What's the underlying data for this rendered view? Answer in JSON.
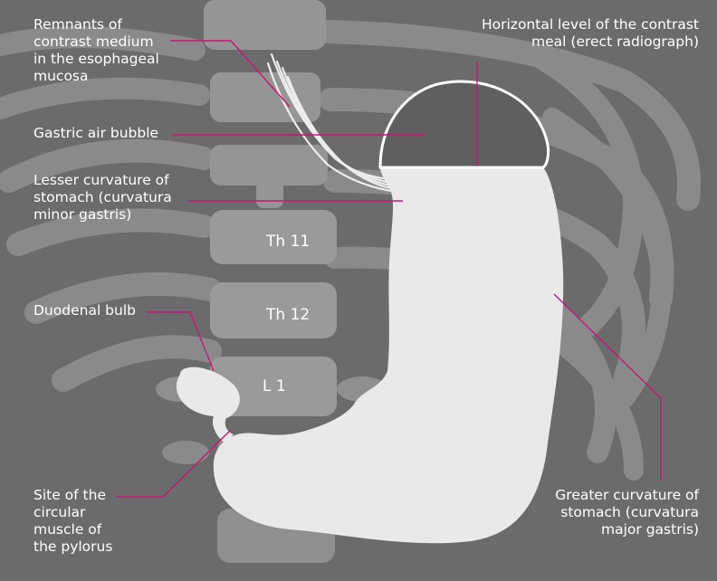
{
  "labels": {
    "remnants": "Remnants of\ncontrast medium\nin the esophageal\nmucosa",
    "air_bubble": "Gastric air bubble",
    "lesser_curvature": "Lesser curvature of\nstomach (curvatura\nminor gastris)",
    "duodenal_bulb": "Duodenal bulb",
    "pylorus": "Site of the\ncircular\nmuscle of\nthe pylorus",
    "horizontal_level": "Horizontal level of the contrast\nmeal (erect radiograph)",
    "greater_curvature": "Greater curvature of\nstomach (curvatura\nmajor gastris)"
  },
  "vertebrae": {
    "th11": "Th 11",
    "th12": "Th 12",
    "l1": "L 1"
  },
  "colors": {
    "background": "#6b6b6b",
    "bone": "#8e8e8e",
    "bone_light": "#a6a6a6",
    "stomach": "#e9e9e9",
    "leader": "#c8186e",
    "label_text": "#ffffff",
    "air": "#5f5f5f"
  }
}
